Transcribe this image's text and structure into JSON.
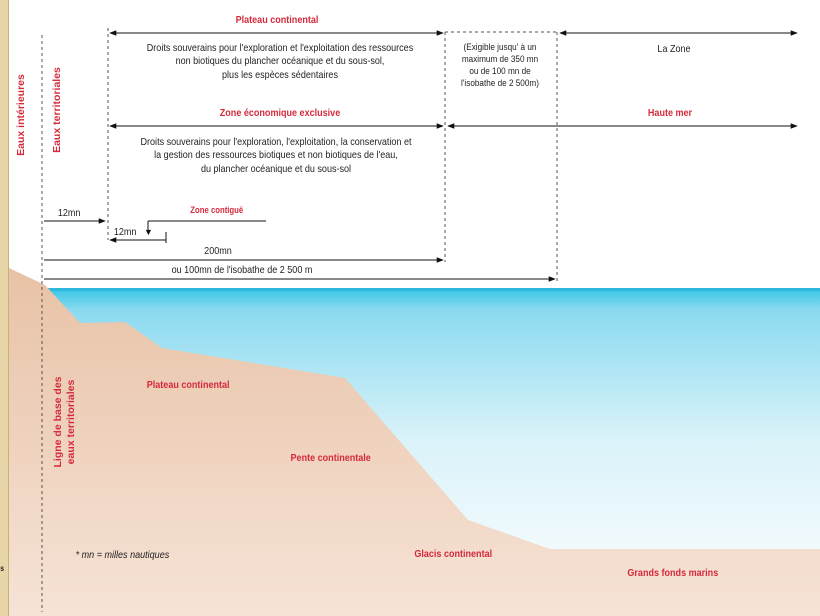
{
  "labels": {
    "plateau_top": "Plateau continental",
    "plateau_desc": [
      "Droits souverains pour l'exploration et l'exploitation des ressources",
      "non biotiques du plancher océanique et du sous-sol,",
      "plus les espèces sédentaires"
    ],
    "extension_note": [
      "(Exigible jusqu' à un",
      "maximum de 350 mn",
      "ou de 100 mn de",
      "l'isobathe de 2 500m)"
    ],
    "la_zone": "La Zone",
    "zee": "Zone économique exclusive",
    "haute_mer": "Haute mer",
    "zee_desc": [
      "Droits souverains pour l'exploration, l'exploitation, la conservation et",
      "la gestion des ressources biotiques et non biotiques de l'eau,",
      "du plancher océanique et du sous-sol"
    ],
    "twelve_mn": "12mn",
    "zone_contigue": "Zone contiguë",
    "twelve_mn_2": "12mn",
    "two_hundred_mn": "200mn",
    "isobathe": "ou 100mn de l'isobathe de 2 500 m",
    "eaux_interieures": "Eaux intérieures",
    "eaux_territoriales": "Eaux territoriales",
    "ligne_de_base": [
      "Ligne de base des",
      "eaux territoriales"
    ],
    "plateau_seabed": "Plateau continental",
    "pente": "Pente continentale",
    "glacis": "Glacis continental",
    "grands_fonds": "Grands fonds marins",
    "footnote": "* mn = milles nautiques",
    "edge_mark": "s"
  },
  "colors": {
    "accent": "#d42a3c",
    "land": "#eac6ad",
    "sea_top": "#3ec7e8",
    "sea_bottom": "#ffffff",
    "left_strip": "#e8d5a8"
  }
}
